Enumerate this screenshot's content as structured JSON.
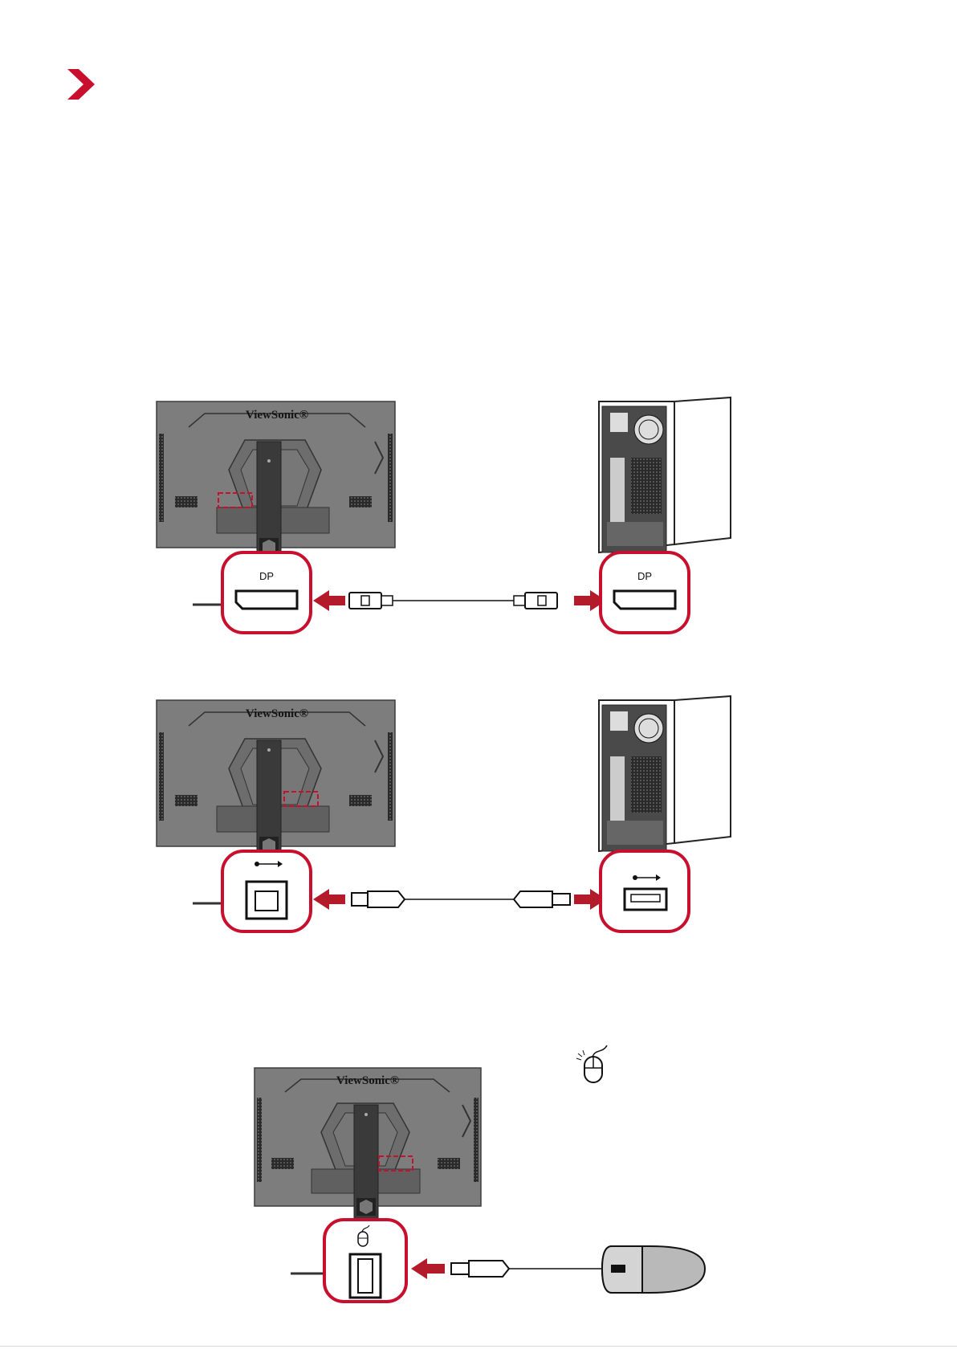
{
  "colors": {
    "accent": "#c8102e",
    "monitor_body": "#7d7d7d",
    "stand": "#3a3a3a"
  },
  "brand": {
    "mark": "chevron"
  },
  "figures": {
    "displayport": {
      "monitor_logo": "ViewSonic®",
      "monitor_port_label": "DP",
      "computer_port_label": "DP",
      "icons": [
        "displayport-plug-icon",
        "displayport-plug-icon"
      ]
    },
    "usb_upstream": {
      "monitor_logo": "ViewSonic®",
      "monitor_port_icon": "usb-icon",
      "computer_port_icon": "usb-icon"
    },
    "usb_downstream": {
      "monitor_logo": "ViewSonic®",
      "port_icon": "mouse-icon",
      "device_icon": "mouse-icon"
    }
  }
}
